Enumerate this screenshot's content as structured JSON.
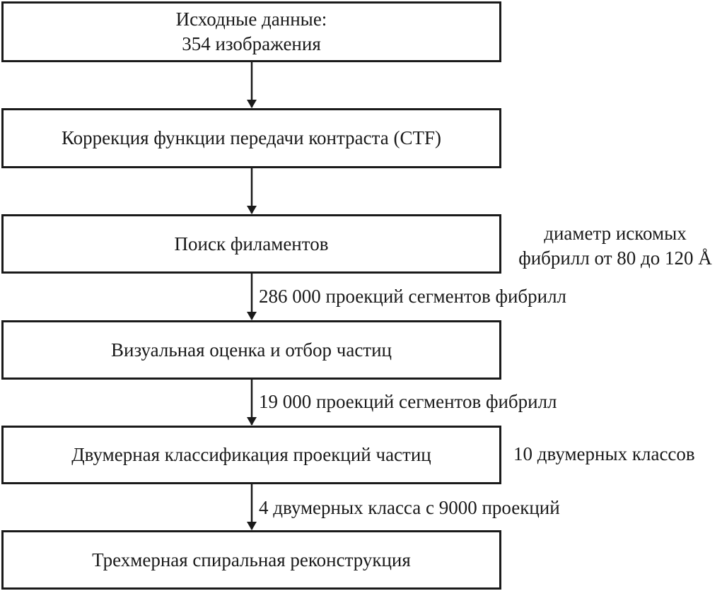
{
  "flowchart": {
    "steps": [
      {
        "lines": [
          "Исходные данные:",
          "354 изображения"
        ]
      },
      {
        "lines": [
          "Коррекция функции передачи контраста (CTF)"
        ]
      },
      {
        "lines": [
          "Поиск филаментов"
        ]
      },
      {
        "lines": [
          "Визуальная оценка и отбор частиц"
        ]
      },
      {
        "lines": [
          "Двумерная классификация проекций частиц"
        ]
      },
      {
        "lines": [
          "Трехмерная спиральная реконструкция"
        ]
      }
    ],
    "arrow_labels": [
      "",
      "",
      "286 000 проекций сегментов фибрилл",
      "19 000 проекций сегментов фибрилл",
      "4 двумерных класса с 9000 проекций"
    ],
    "side_notes": {
      "filament_search": [
        "диаметр искомых",
        "фибрилл от 80 до 120 Å"
      ],
      "classification": "10 двумерных классов"
    }
  }
}
